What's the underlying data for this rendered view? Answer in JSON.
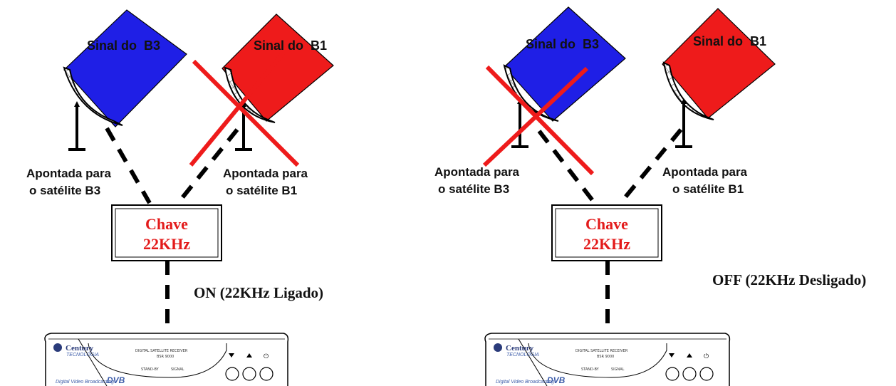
{
  "colors": {
    "b3_signal": "#1f1fe6",
    "b1_signal": "#ee1b1b",
    "cross": "#ee1b1b",
    "switch_text": "#e31b1b",
    "dash": "#000000"
  },
  "left_panel": {
    "signal_b3": "Sinal do  B3",
    "signal_b1": "Sinal do  B1",
    "dish_b3_label_1": "Apontada para",
    "dish_b3_label_2": "o satélite B3",
    "dish_b1_label_1": "Apontada para",
    "dish_b1_label_2": "o satélite B1",
    "switch_line_1": "Chave",
    "switch_line_2": "22KHz",
    "state": "ON (22KHz Ligado)",
    "crossed_dish": "B1"
  },
  "right_panel": {
    "signal_b3": "Sinal do  B3",
    "signal_b1": "Sinal do  B1",
    "dish_b3_label_1": "Apontada para",
    "dish_b3_label_2": "o satélite B3",
    "dish_b1_label_1": "Apontada para",
    "dish_b1_label_2": "o satélite B1",
    "switch_line_1": "Chave",
    "switch_line_2": "22KHz",
    "state": "OFF (22KHz Desligado)",
    "crossed_dish": "B3"
  },
  "receiver": {
    "brand": "Century",
    "brand_sub": "TECNOLOGIA",
    "model_title": "DIGITAL SATELLITE RECEIVER",
    "model_sub": "BSR 9000",
    "indicator_1": "STAND-BY",
    "indicator_2": "SIGNAL",
    "footer": "Digital Video Broadcasting",
    "footer_logo": "DVB"
  },
  "icons": {
    "dish": "satellite-dish-icon",
    "cross": "x-cross-icon",
    "receiver": "satellite-receiver-icon",
    "button_down": "triangle-down-icon",
    "button_up": "triangle-up-icon",
    "button_power": "power-icon"
  }
}
